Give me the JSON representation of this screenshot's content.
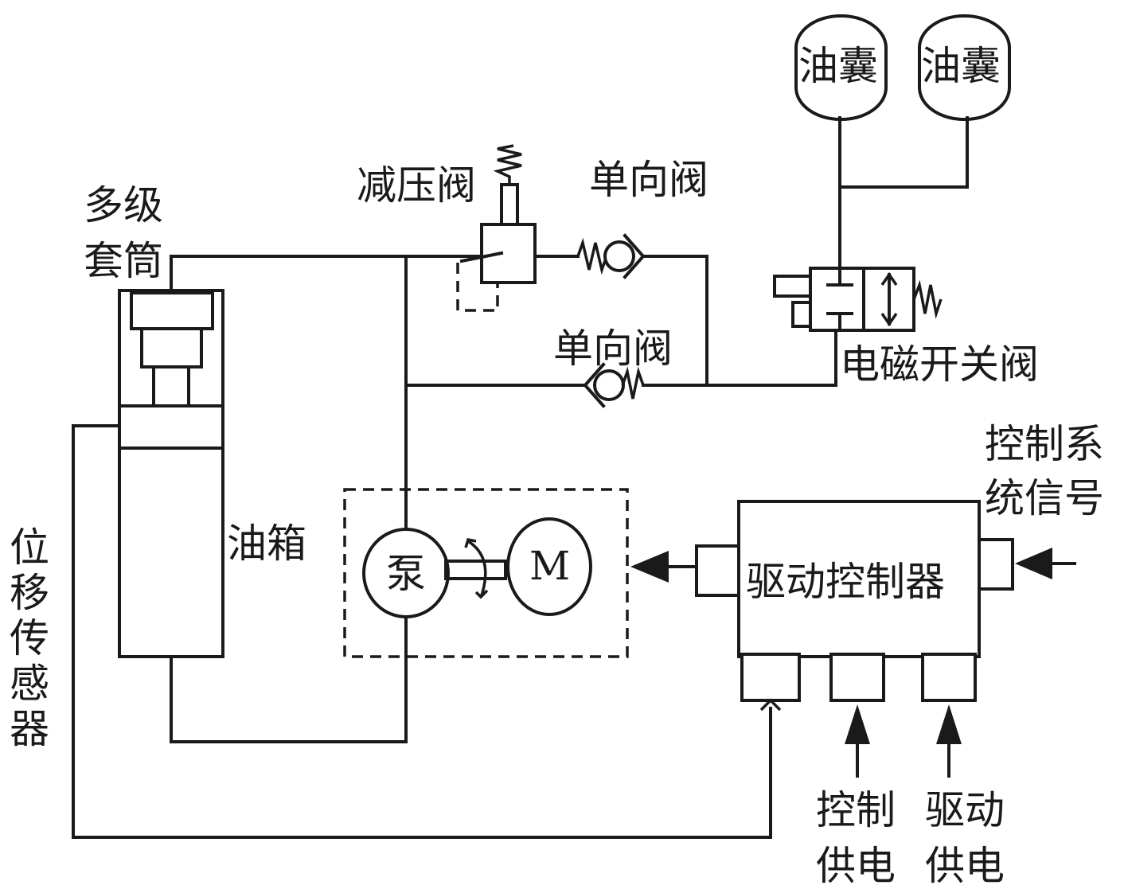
{
  "labels": {
    "telescopic_cylinder": [
      "多级",
      "套筒"
    ],
    "pressure_reducing_valve": "减压阀",
    "check_valve_top": "单向阀",
    "check_valve_bottom": "单向阀",
    "oil_bag_left": "油囊",
    "oil_bag_right": "油囊",
    "solenoid_valve": "电磁开关阀",
    "control_signal": [
      "控制系",
      "统信号"
    ],
    "oil_tank": "油箱",
    "pump": "泵",
    "motor": "M",
    "drive_controller": "驱动控制器",
    "displacement_sensor": [
      "位",
      "移",
      "传",
      "感",
      "器"
    ],
    "control_power": [
      "控制",
      "供电"
    ],
    "drive_power": [
      "驱动",
      "供电"
    ]
  }
}
